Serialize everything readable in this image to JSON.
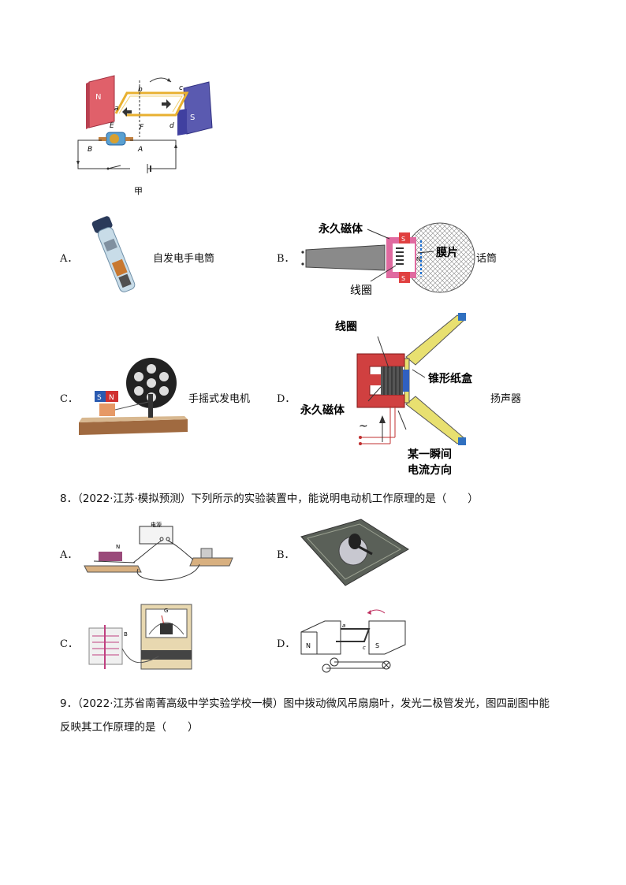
{
  "fig_jia": {
    "label_N": "N",
    "label_S": "S",
    "label_a": "a",
    "label_b": "b",
    "label_c": "c",
    "label_d": "d",
    "label_E": "E",
    "label_F": "F",
    "label_A": "A",
    "label_B": "B",
    "caption": "甲"
  },
  "q7": {
    "A": {
      "letter": "A．",
      "caption": "自发电手电筒"
    },
    "B": {
      "letter": "B．",
      "caption": "话筒",
      "labels": {
        "magnet": "永久磁体",
        "membrane": "膜片",
        "coil": "线圈",
        "s": "S",
        "n": "N"
      }
    },
    "C": {
      "letter": "C．",
      "caption": "手摇式发电机",
      "labels": {
        "s": "S",
        "n": "N"
      }
    },
    "D": {
      "letter": "D．",
      "caption": "扬声器",
      "labels": {
        "coil": "线圈",
        "cone": "锥形纸盒",
        "magnet": "永久磁体",
        "tilde": "~",
        "current1": "某一瞬间",
        "current2": "电流方向"
      }
    }
  },
  "q8": {
    "stem": "8．（2022·江苏·模拟预测）下列所示的实验装置中，能说明电动机工作原理的是（　　）",
    "A": {
      "letter": "A．",
      "power_label": "电源",
      "n": "N"
    },
    "B": {
      "letter": "B．"
    },
    "C": {
      "letter": "C．",
      "b": "B",
      "g": "G"
    },
    "D": {
      "letter": "D．",
      "n": "N",
      "s": "S",
      "a": "a",
      "c": "c"
    }
  },
  "q9": {
    "stem_line1": "9．（2022·江苏省南菁高级中学实验学校一模）图中拨动微风吊扇扇叶，发光二极管发光，图四副图中能",
    "stem_line2": "反映其工作原理的是（　　）"
  }
}
